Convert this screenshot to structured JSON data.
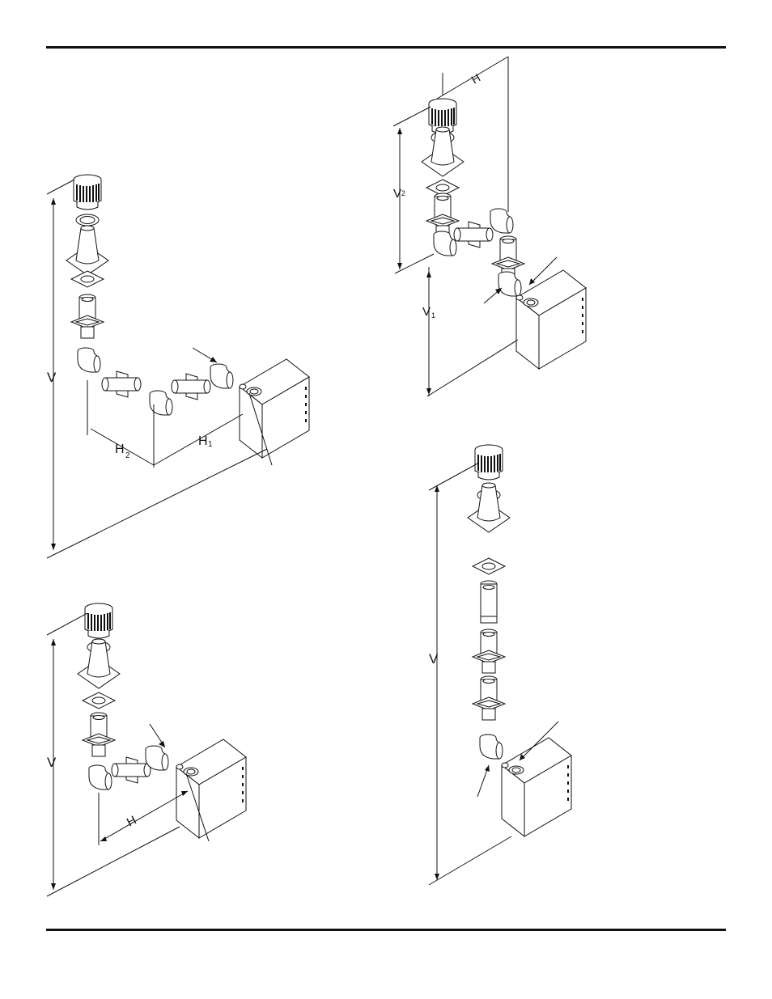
{
  "diagrams": {
    "top_left": {
      "label_v": "V",
      "label_h1": "H",
      "label_h1_sub": "1",
      "label_h2": "H",
      "label_h2_sub": "2"
    },
    "top_right": {
      "label_h": "H",
      "label_v2": "V",
      "label_v2_sub": "2",
      "label_v1": "V",
      "label_v1_sub": "1"
    },
    "bottom_left": {
      "label_v": "V",
      "label_h": "H"
    },
    "bottom_right": {
      "label_v": "V"
    }
  }
}
